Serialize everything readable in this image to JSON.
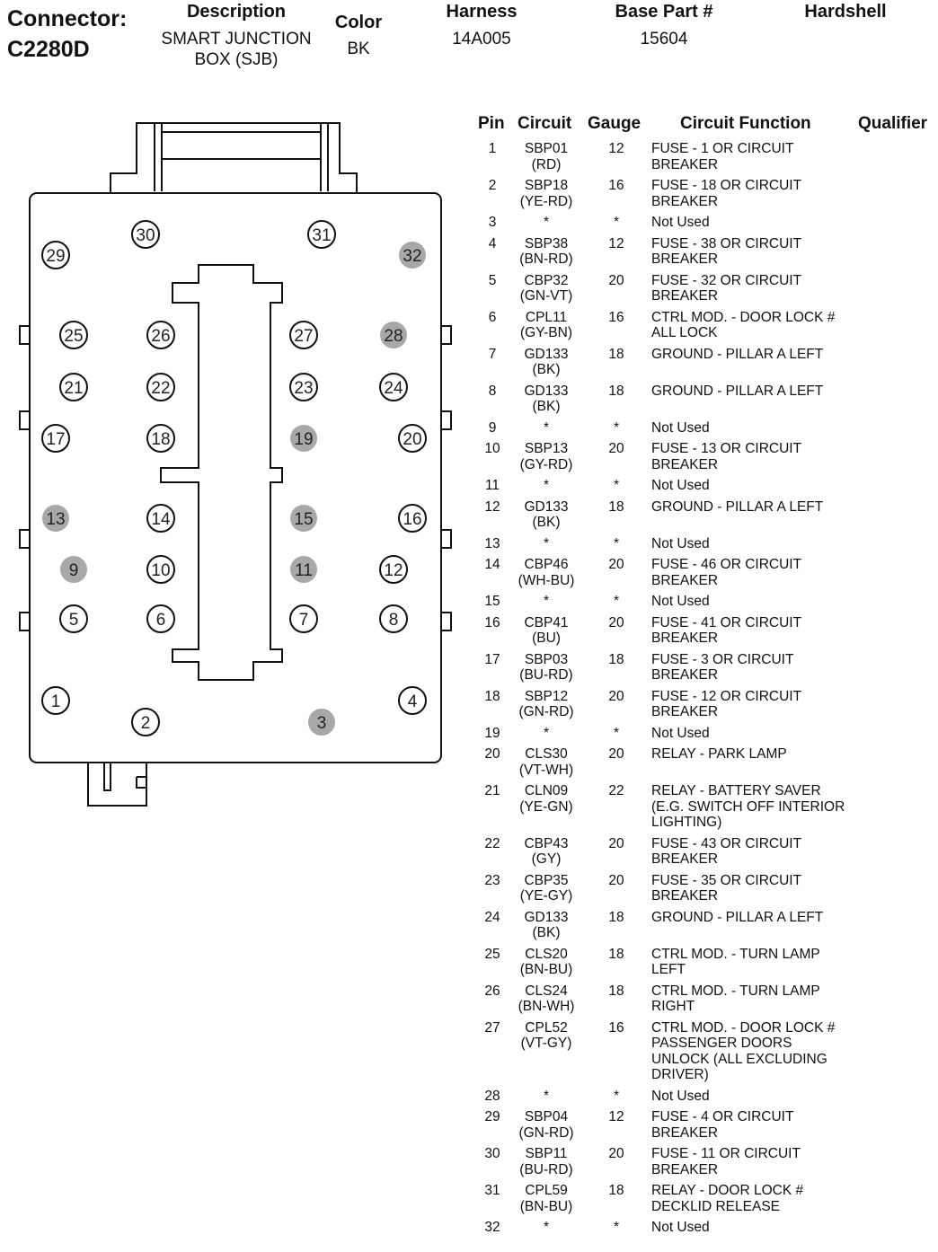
{
  "connector": {
    "label": "Connector:",
    "id": "C2280D"
  },
  "header": {
    "description_label": "Description",
    "description_line1": "SMART JUNCTION",
    "description_line2": "BOX (SJB)",
    "color_label": "Color",
    "color_value": "BK",
    "harness_label": "Harness",
    "harness_value": "14A005",
    "base_part_label": "Base Part #",
    "base_part_value": "15604",
    "hardshell_label": "Hardshell"
  },
  "table": {
    "columns": [
      "Pin",
      "Circuit",
      "Gauge",
      "Circuit Function",
      "Qualifier"
    ],
    "rows": [
      {
        "pin": "1",
        "circuit": "SBP01",
        "color": "(RD)",
        "gauge": "12",
        "function": [
          "FUSE - 1 OR CIRCUIT",
          "BREAKER"
        ]
      },
      {
        "pin": "2",
        "circuit": "SBP18",
        "color": "(YE-RD)",
        "gauge": "16",
        "function": [
          "FUSE - 18 OR CIRCUIT",
          "BREAKER"
        ]
      },
      {
        "pin": "3",
        "circuit": "*",
        "color": "",
        "gauge": "*",
        "function": [
          "Not Used"
        ]
      },
      {
        "pin": "4",
        "circuit": "SBP38",
        "color": "(BN-RD)",
        "gauge": "12",
        "function": [
          "FUSE - 38 OR CIRCUIT",
          "BREAKER"
        ]
      },
      {
        "pin": "5",
        "circuit": "CBP32",
        "color": "(GN-VT)",
        "gauge": "20",
        "function": [
          "FUSE - 32 OR CIRCUIT",
          "BREAKER"
        ]
      },
      {
        "pin": "6",
        "circuit": "CPL11",
        "color": "(GY-BN)",
        "gauge": "16",
        "function": [
          "CTRL MOD. - DOOR LOCK #",
          "ALL LOCK"
        ]
      },
      {
        "pin": "7",
        "circuit": "GD133",
        "color": "(BK)",
        "gauge": "18",
        "function": [
          "GROUND - PILLAR A LEFT"
        ]
      },
      {
        "pin": "8",
        "circuit": "GD133",
        "color": "(BK)",
        "gauge": "18",
        "function": [
          "GROUND - PILLAR A LEFT"
        ]
      },
      {
        "pin": "9",
        "circuit": "*",
        "color": "",
        "gauge": "*",
        "function": [
          "Not Used"
        ]
      },
      {
        "pin": "10",
        "circuit": "SBP13",
        "color": "(GY-RD)",
        "gauge": "20",
        "function": [
          "FUSE - 13 OR CIRCUIT",
          "BREAKER"
        ]
      },
      {
        "pin": "11",
        "circuit": "*",
        "color": "",
        "gauge": "*",
        "function": [
          "Not Used"
        ]
      },
      {
        "pin": "12",
        "circuit": "GD133",
        "color": "(BK)",
        "gauge": "18",
        "function": [
          "GROUND - PILLAR A LEFT"
        ]
      },
      {
        "pin": "13",
        "circuit": "*",
        "color": "",
        "gauge": "*",
        "function": [
          "Not Used"
        ]
      },
      {
        "pin": "14",
        "circuit": "CBP46",
        "color": "(WH-BU)",
        "gauge": "20",
        "function": [
          "FUSE - 46 OR CIRCUIT",
          "BREAKER"
        ]
      },
      {
        "pin": "15",
        "circuit": "*",
        "color": "",
        "gauge": "*",
        "function": [
          "Not Used"
        ]
      },
      {
        "pin": "16",
        "circuit": "CBP41",
        "color": "(BU)",
        "gauge": "20",
        "function": [
          "FUSE - 41 OR CIRCUIT",
          "BREAKER"
        ]
      },
      {
        "pin": "17",
        "circuit": "SBP03",
        "color": "(BU-RD)",
        "gauge": "18",
        "function": [
          "FUSE - 3 OR CIRCUIT",
          "BREAKER"
        ]
      },
      {
        "pin": "18",
        "circuit": "SBP12",
        "color": "(GN-RD)",
        "gauge": "20",
        "function": [
          "FUSE - 12 OR CIRCUIT",
          "BREAKER"
        ]
      },
      {
        "pin": "19",
        "circuit": "*",
        "color": "",
        "gauge": "*",
        "function": [
          "Not Used"
        ]
      },
      {
        "pin": "20",
        "circuit": "CLS30",
        "color": "(VT-WH)",
        "gauge": "20",
        "function": [
          "RELAY - PARK LAMP"
        ]
      },
      {
        "pin": "21",
        "circuit": "CLN09",
        "color": "(YE-GN)",
        "gauge": "22",
        "function": [
          "RELAY - BATTERY SAVER",
          "(E.G. SWITCH OFF INTERIOR",
          "LIGHTING)"
        ]
      },
      {
        "pin": "22",
        "circuit": "CBP43",
        "color": "(GY)",
        "gauge": "20",
        "function": [
          "FUSE - 43 OR CIRCUIT",
          "BREAKER"
        ]
      },
      {
        "pin": "23",
        "circuit": "CBP35",
        "color": "(YE-GY)",
        "gauge": "20",
        "function": [
          "FUSE - 35 OR CIRCUIT",
          "BREAKER"
        ]
      },
      {
        "pin": "24",
        "circuit": "GD133",
        "color": "(BK)",
        "gauge": "18",
        "function": [
          "GROUND - PILLAR A LEFT"
        ]
      },
      {
        "pin": "25",
        "circuit": "CLS20",
        "color": "(BN-BU)",
        "gauge": "18",
        "function": [
          "CTRL MOD. - TURN LAMP",
          "LEFT"
        ]
      },
      {
        "pin": "26",
        "circuit": "CLS24",
        "color": "(BN-WH)",
        "gauge": "18",
        "function": [
          "CTRL MOD. - TURN LAMP",
          "RIGHT"
        ]
      },
      {
        "pin": "27",
        "circuit": "CPL52",
        "color": "(VT-GY)",
        "gauge": "16",
        "function": [
          "CTRL MOD. - DOOR LOCK #",
          "PASSENGER DOORS",
          "UNLOCK (ALL EXCLUDING",
          "DRIVER)"
        ]
      },
      {
        "pin": "28",
        "circuit": "*",
        "color": "",
        "gauge": "*",
        "function": [
          "Not Used"
        ]
      },
      {
        "pin": "29",
        "circuit": "SBP04",
        "color": "(GN-RD)",
        "gauge": "12",
        "function": [
          "FUSE - 4 OR CIRCUIT",
          "BREAKER"
        ]
      },
      {
        "pin": "30",
        "circuit": "SBP11",
        "color": "(BU-RD)",
        "gauge": "20",
        "function": [
          "FUSE - 11 OR CIRCUIT",
          "BREAKER"
        ]
      },
      {
        "pin": "31",
        "circuit": "CPL59",
        "color": "(BN-BU)",
        "gauge": "18",
        "function": [
          "RELAY - DOOR LOCK #",
          "DECKLID RELEASE"
        ]
      },
      {
        "pin": "32",
        "circuit": "*",
        "color": "",
        "gauge": "*",
        "function": [
          "Not Used"
        ]
      }
    ]
  },
  "diagram": {
    "pins": [
      {
        "n": "1",
        "used": true
      },
      {
        "n": "2",
        "used": true
      },
      {
        "n": "3",
        "used": false
      },
      {
        "n": "4",
        "used": true
      },
      {
        "n": "5",
        "used": true
      },
      {
        "n": "6",
        "used": true
      },
      {
        "n": "7",
        "used": true
      },
      {
        "n": "8",
        "used": true
      },
      {
        "n": "9",
        "used": false
      },
      {
        "n": "10",
        "used": true
      },
      {
        "n": "11",
        "used": false
      },
      {
        "n": "12",
        "used": true
      },
      {
        "n": "13",
        "used": false
      },
      {
        "n": "14",
        "used": true
      },
      {
        "n": "15",
        "used": false
      },
      {
        "n": "16",
        "used": true
      },
      {
        "n": "17",
        "used": true
      },
      {
        "n": "18",
        "used": true
      },
      {
        "n": "19",
        "used": false
      },
      {
        "n": "20",
        "used": true
      },
      {
        "n": "21",
        "used": true
      },
      {
        "n": "22",
        "used": true
      },
      {
        "n": "23",
        "used": true
      },
      {
        "n": "24",
        "used": true
      },
      {
        "n": "25",
        "used": true
      },
      {
        "n": "26",
        "used": true
      },
      {
        "n": "27",
        "used": true
      },
      {
        "n": "28",
        "used": false
      },
      {
        "n": "29",
        "used": true
      },
      {
        "n": "30",
        "used": true
      },
      {
        "n": "31",
        "used": true
      },
      {
        "n": "32",
        "used": false
      }
    ],
    "unused_fill": "#a8a8a8",
    "line_color": "#111111"
  }
}
